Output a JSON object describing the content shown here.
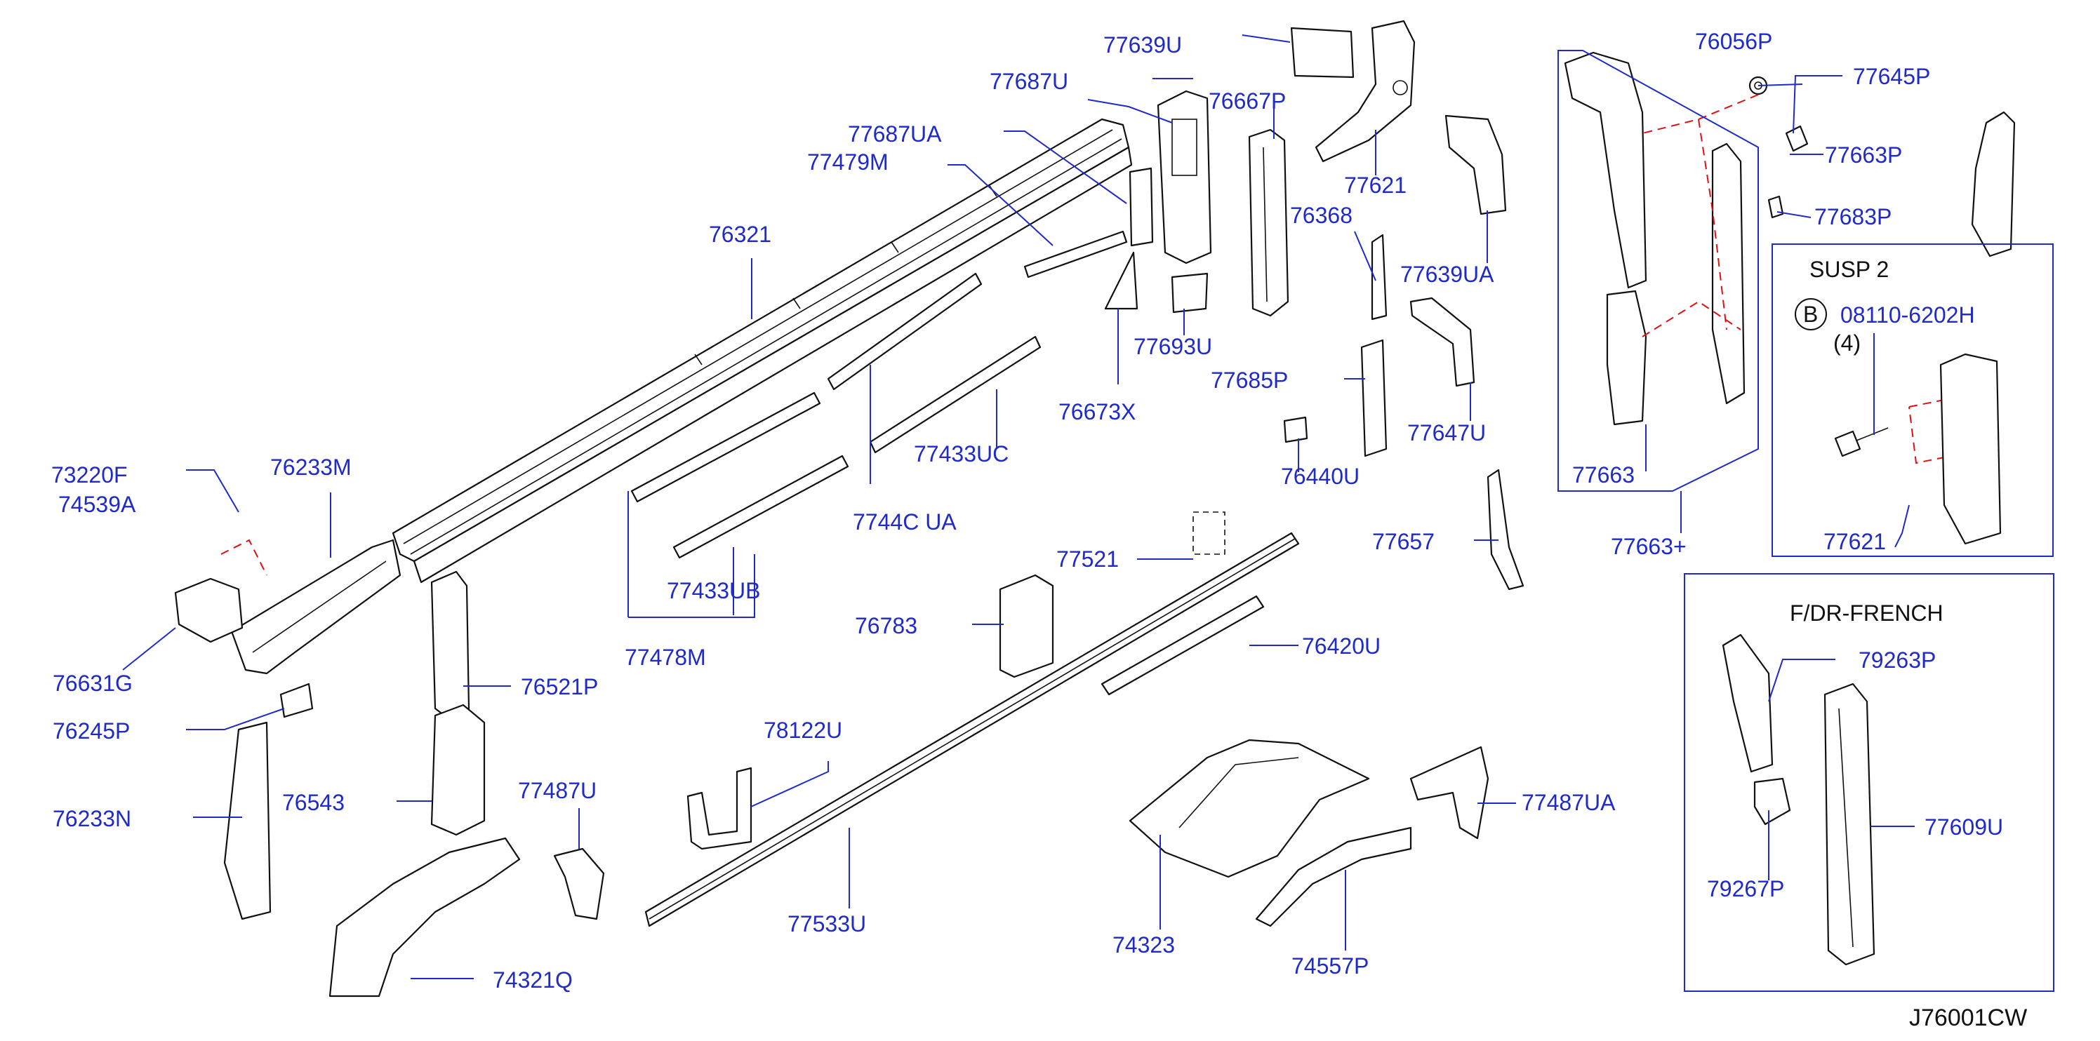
{
  "diagram": {
    "code": "J76001CW",
    "colors": {
      "label": "#1f2ac8",
      "line": "#111111",
      "hidden_line": "#e01010"
    },
    "labels": {
      "p77639U": "77639U",
      "p77687U": "77687U",
      "p77687UA": "77687UA",
      "p77479M": "77479M",
      "p76321": "76321",
      "p76667P": "76667P",
      "p77621": "77621",
      "p76368": "76368",
      "p77639UA": "77639UA",
      "p76056P": "76056P",
      "p77645P": "77645P",
      "p77663P": "77663P",
      "p77683P": "77683P",
      "p77693U": "77693U",
      "p77685P": "77685P",
      "p76673X": "76673X",
      "p77647U": "77647U",
      "p76440U": "76440U",
      "p77663": "77663",
      "p77433UC": "77433UC",
      "p77440UA": "7744C UA",
      "p73220F": "73220F",
      "p74539A": "74539A",
      "p76233M": "76233M",
      "p77433UB": "77433UB",
      "p77478M": "77478M",
      "p76631G": "76631G",
      "p76521P": "76521P",
      "p76245P": "76245P",
      "p77521": "77521",
      "p77657": "77657",
      "p77663plus": "77663+",
      "p77621b": "77621",
      "p76783": "76783",
      "p76420U": "76420U",
      "p78122U": "78122U",
      "p76233N": "76233N",
      "p76543": "76543",
      "p77487U": "77487U",
      "p77487UA": "77487UA",
      "p77533U": "77533U",
      "p74323": "74323",
      "p74557P": "74557P",
      "p74321Q": "74321Q",
      "p79263P": "79263P",
      "p77609U": "77609U",
      "p79267P": "79267P"
    },
    "susp_box": {
      "title": "SUSP 2",
      "bolt_symbol": "B",
      "bolt_part": "08110-6202H",
      "bolt_qty": "(4)"
    },
    "french_box": {
      "title": "F/DR-FRENCH"
    }
  }
}
